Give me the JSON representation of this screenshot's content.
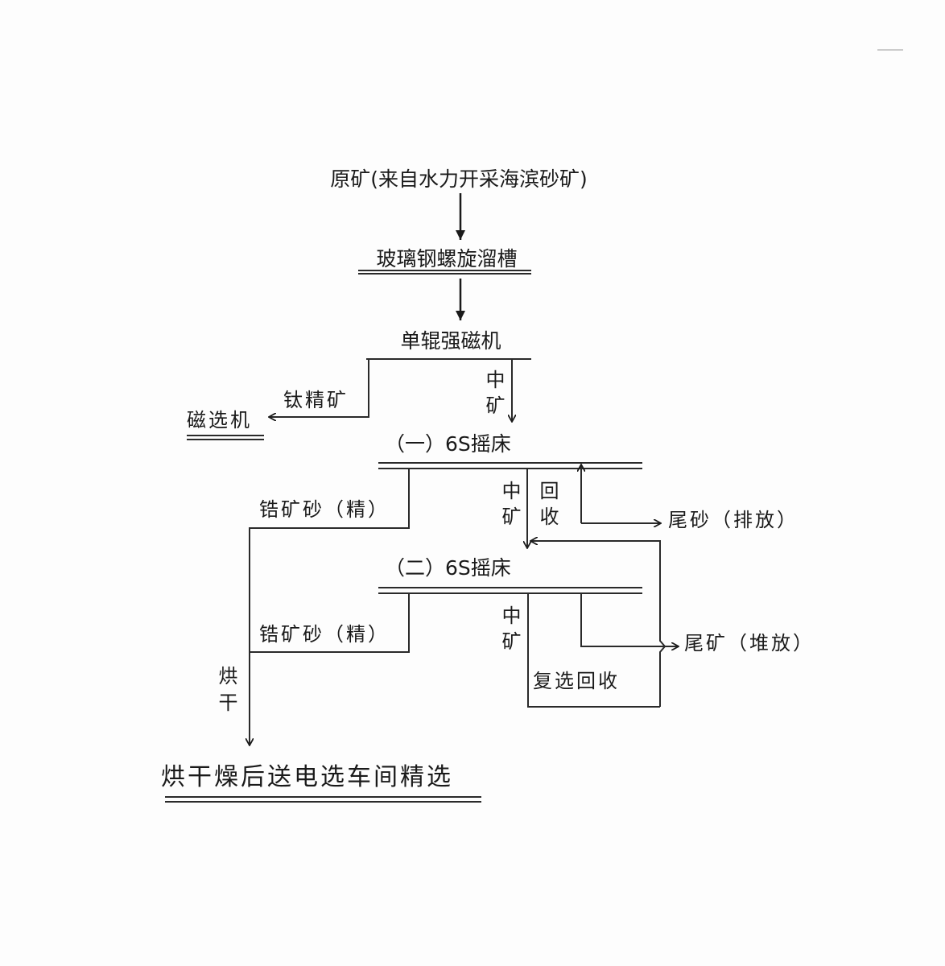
{
  "diagram": {
    "raw_ore": "原矿(来自水力开采海滨砂矿)",
    "spiral_chute": "玻璃钢螺旋溜槽",
    "magnetic_separator_single_roll": "单辊强磁机",
    "titanium_concentrate": "钛精矿",
    "magnetic_separator": "磁选机",
    "middlings_1": [
      "中",
      "矿"
    ],
    "shaking_table_1": "（一）6S摇床",
    "zircon_sand_1": "锆矿砂（精）",
    "middlings_2": [
      "中",
      "矿"
    ],
    "recovery": [
      "回",
      "收"
    ],
    "tailings_discharge": "尾砂（排放）",
    "shaking_table_2": "（二）6S摇床",
    "zircon_sand_2": "锆矿砂（精）",
    "middlings_3": [
      "中",
      "矿"
    ],
    "tailings_stockpile": "尾矿（堆放）",
    "reselection_recovery": "复选回收",
    "drying": [
      "烘",
      "干"
    ],
    "final_step": "烘干燥后送电选车间精选"
  }
}
